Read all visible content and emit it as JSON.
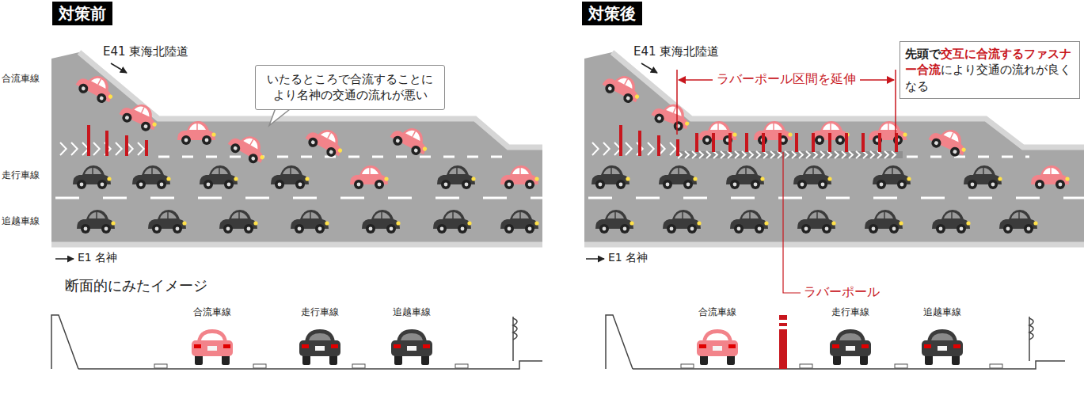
{
  "diagram": {
    "nodes": [
      {
        "text": [
          "対策前"
        ]
      },
      {
        "text": [
          "いたるところで合流することにより名神の交通の流れが悪い"
        ]
      },
      {
        "text": [
          "対策後"
        ]
      },
      {
        "text": [
          "先頭で",
          "交互に合流する",
          "ファスナー合流",
          "により交通の流れが良くなる"
        ]
      }
    ],
    "labels": [
      "E41 東海北陸道",
      "合流車線",
      "走行車線",
      "追越車線",
      "E1 名神",
      "断面的にみたイメージ",
      "合流車線",
      "走行車線",
      "追越車線",
      "E41 東海北陸道",
      "ラバーポール区間を延伸",
      "E1 名神",
      "ラバーポール",
      "合流車線",
      "走行車線",
      "追越車線"
    ]
  }
}
